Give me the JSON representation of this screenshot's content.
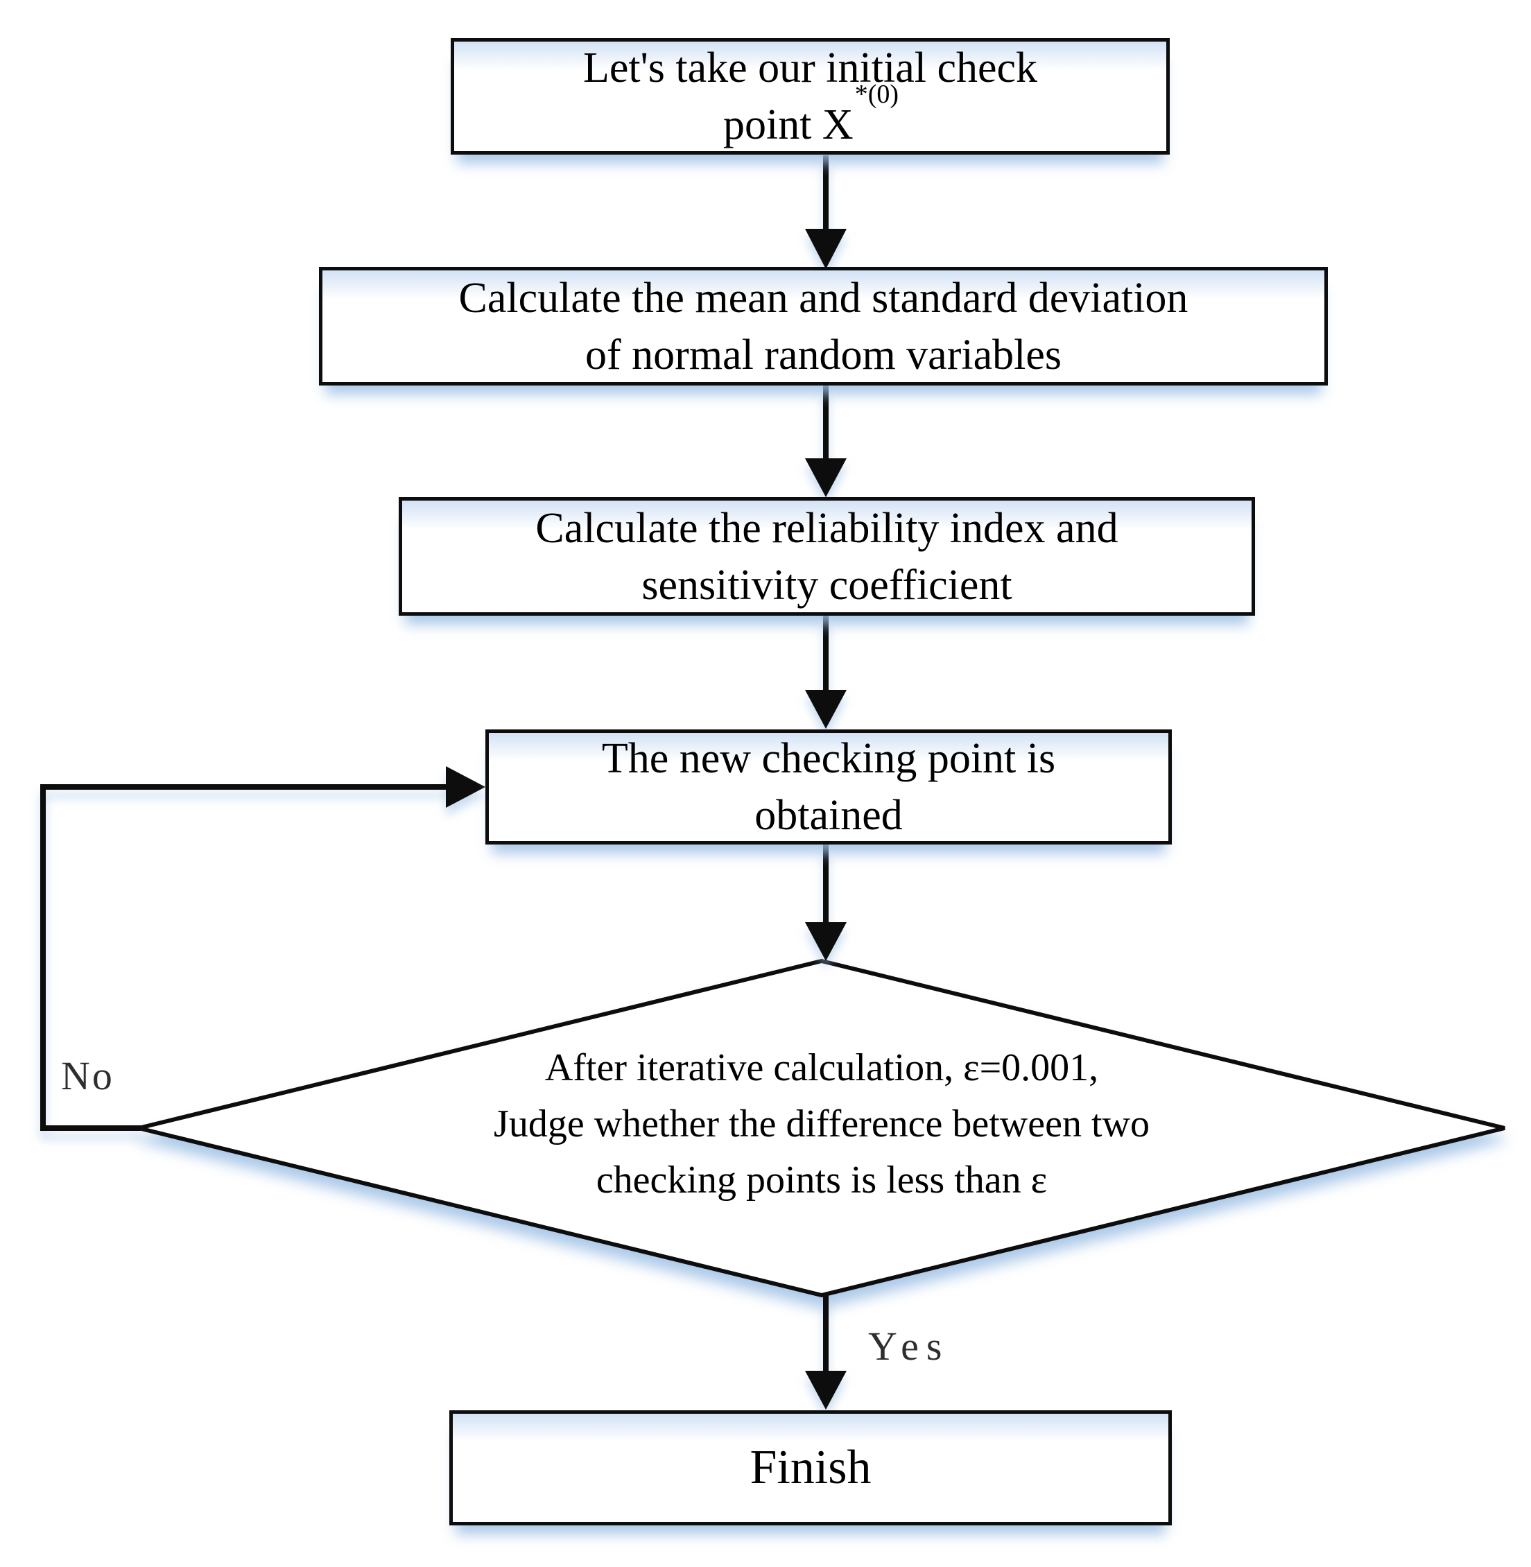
{
  "colors": {
    "line": "#0d0d0d",
    "shadow": "#9ec0e5",
    "background": "#ffffff",
    "text": "#000000"
  },
  "nodes": {
    "start": {
      "type": "process",
      "line1": "Let's take our initial check",
      "line2_text": "point X",
      "line2_sup": "*(0)"
    },
    "calc_mean_std": {
      "type": "process",
      "lines": [
        "Calculate the mean and standard deviation",
        "of normal random variables"
      ]
    },
    "calc_reliability": {
      "type": "process",
      "lines": [
        "Calculate the reliability index and",
        "sensitivity coefficient"
      ]
    },
    "new_checking_point": {
      "type": "process",
      "lines": [
        "The new checking point is",
        "obtained"
      ]
    },
    "decision": {
      "type": "decision",
      "lines": [
        "After iterative calculation, ε=0.001,",
        "Judge whether the difference between two",
        "checking points is less than ε"
      ]
    },
    "finish": {
      "type": "terminal",
      "label": "Finish"
    }
  },
  "labels": {
    "yes": "Yes",
    "no": "No"
  }
}
